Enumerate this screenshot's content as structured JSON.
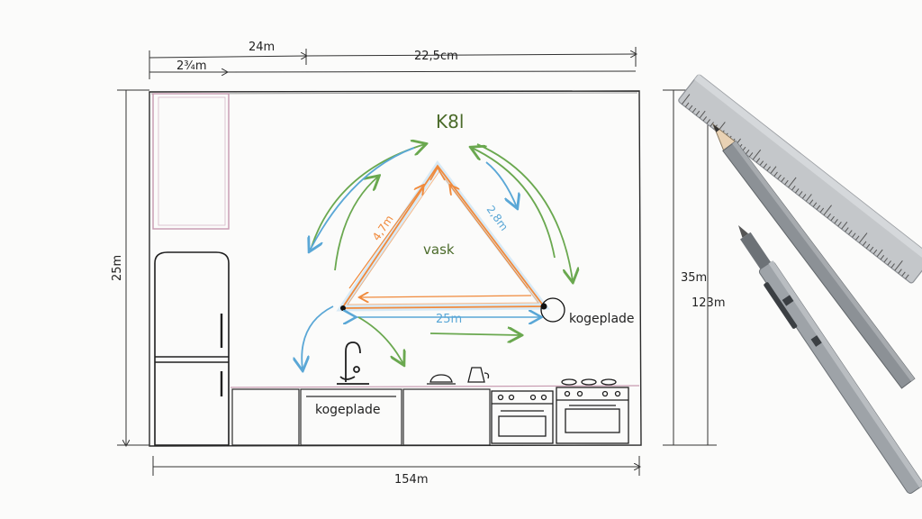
{
  "dimensions": {
    "top_small": "2¾m",
    "top_upper": "24m",
    "top_right": "22,5cm",
    "left_height": "25m",
    "right_height_1": "35m",
    "right_height_2": "123m",
    "bottom_width": "154m"
  },
  "triangle": {
    "apex_label": "K8l",
    "center_label": "vask",
    "left_side": "4,7m",
    "right_side": "2,8m",
    "base": "25m",
    "corner_label": "kogeplade"
  },
  "cabinet_label": "kogeplade",
  "colors": {
    "triangle_fill_edge": "#f08a3c",
    "arrow_green": "#6aa84f",
    "arrow_blue": "#5aa7d6",
    "wall_cabinet": "#c79ab0",
    "label_green": "#4b6b2a",
    "ruler": "#b8bcc0",
    "pencil": "#7c8186"
  }
}
